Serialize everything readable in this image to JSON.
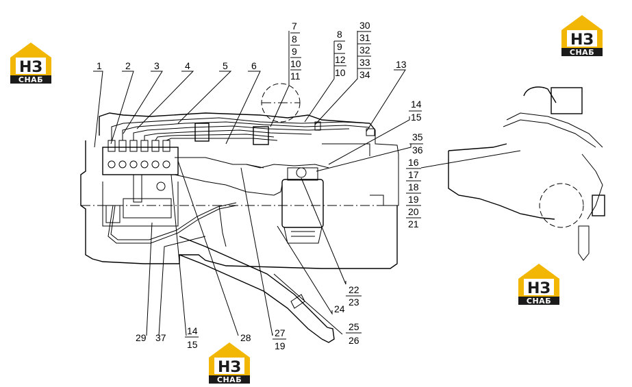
{
  "brand": {
    "mark": "НЗ",
    "name": "СНАБ",
    "colors": {
      "yellow": "#f2b705",
      "dark": "#1b1b1b"
    }
  },
  "callouts": {
    "c1": "1",
    "c2": "2",
    "c3": "3",
    "c4": "4",
    "c5": "5",
    "c6": "6",
    "c7": "7",
    "c8a": "8",
    "c9a": "9",
    "c10a": "10",
    "c11": "11",
    "c8b": "8",
    "c9b": "9",
    "c12": "12",
    "c10b": "10",
    "c30": "30",
    "c31": "31",
    "c32": "32",
    "c33": "33",
    "c34": "34",
    "c13": "13",
    "c14a": "14",
    "c15a": "15",
    "c35": "35",
    "c36": "36",
    "c16": "16",
    "c17": "17",
    "c18": "18",
    "c19a": "19",
    "c20": "20",
    "c21": "21",
    "c22": "22",
    "c23": "23",
    "c24": "24",
    "c25": "25",
    "c26": "26",
    "c27": "27",
    "c19b": "19",
    "c28": "28",
    "c29": "29",
    "c37": "37",
    "c14b": "14",
    "c15b": "15"
  }
}
